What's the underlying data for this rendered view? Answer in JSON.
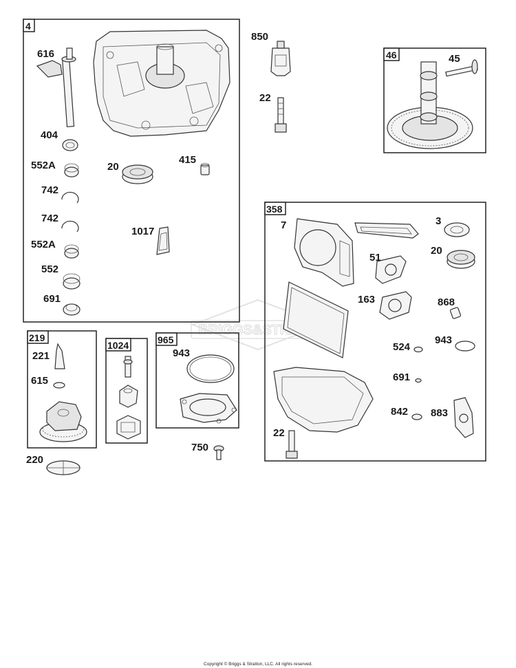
{
  "watermark": "BRIGGS&STRATTON",
  "copyright": "Copyright © Briggs & Stratton, LLC. All rights reserved.",
  "groups": {
    "g4": "4",
    "g46": "46",
    "g358": "358",
    "g219": "219",
    "g1024": "1024",
    "g965": "965"
  },
  "labels": {
    "p616": "616",
    "p404": "404",
    "p552a_1": "552A",
    "p742_1": "742",
    "p742_2": "742",
    "p552a_2": "552A",
    "p552": "552",
    "p691_a": "691",
    "p20_a": "20",
    "p415": "415",
    "p1017": "1017",
    "p850": "850",
    "p22_a": "22",
    "p45": "45",
    "p7": "7",
    "p3": "3",
    "p20_b": "20",
    "p51": "51",
    "p163": "163",
    "p868": "868",
    "p524": "524",
    "p943_a": "943",
    "p691_b": "691",
    "p842": "842",
    "p883": "883",
    "p22_b": "22",
    "p221": "221",
    "p615": "615",
    "p220": "220",
    "p943_b": "943",
    "p750": "750"
  }
}
